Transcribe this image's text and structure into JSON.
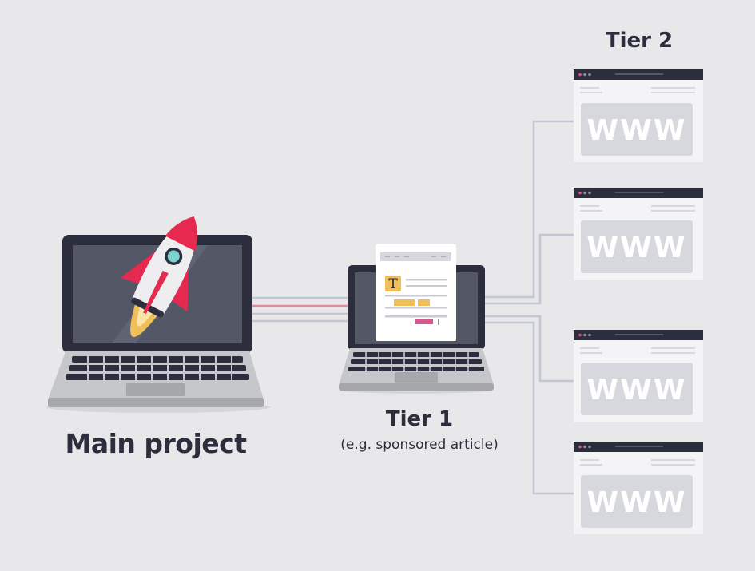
{
  "main_project": {
    "label": "Main project"
  },
  "tier1": {
    "title": "Tier 1",
    "subtitle": "(e.g. sponsored article)",
    "doc_letter": "T"
  },
  "tier2": {
    "title": "Tier 2",
    "sites": [
      {
        "label": "WWW"
      },
      {
        "label": "WWW"
      },
      {
        "label": "WWW"
      },
      {
        "label": "WWW"
      }
    ]
  },
  "colors": {
    "background": "#e8e8ea",
    "laptop_frame": "#2d2e3d",
    "screen": "#545765",
    "laptop_body": "#b9babd",
    "rocket_red": "#e5294f",
    "highlight_yellow": "#f1bf5a",
    "highlight_pink": "#d6578c",
    "connector": "#c3c6d4",
    "connector_accent": "#e08a9e",
    "site_panel": "#d7d8dd"
  }
}
